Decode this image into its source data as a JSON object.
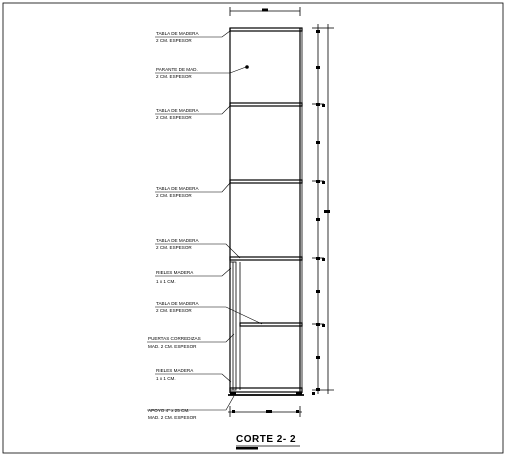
{
  "drawing": {
    "title": "CORTE 2- 2",
    "labels": [
      {
        "id": "tabla-1",
        "line1": "TABLA DE MADERA",
        "line2": "2 CM. ESPESOR"
      },
      {
        "id": "parante",
        "line1": "PARANTE DE MAD.",
        "line2": "2 CM. ESPESOR"
      },
      {
        "id": "tabla-2",
        "line1": "TABLA DE MADERA",
        "line2": "2 CM. ESPESOR"
      },
      {
        "id": "tabla-3",
        "line1": "TABLA DE MADERA",
        "line2": "2 CM. ESPESOR"
      },
      {
        "id": "tabla-4",
        "line1": "TABLA DE MADERA",
        "line2": "2 CM. ESPESOR"
      },
      {
        "id": "rieles-1",
        "line1": "RIELES MADERA",
        "line2": "1 x 1 CM."
      },
      {
        "id": "tabla-5",
        "line1": "TABLA DE MADERA",
        "line2": "2 CM. ESPESOR"
      },
      {
        "id": "puertas",
        "line1": "PUERTAS CORREDIZAS",
        "line2": "MAD. 2 CM. ESPESOR"
      },
      {
        "id": "rieles-2",
        "line1": "RIELES MADERA",
        "line2": "1 x 1 CM."
      },
      {
        "id": "apoyo",
        "line1": "APOYO 4\" x 25 CM.",
        "line2": "MAD. 2 CM. ESPESOR"
      }
    ]
  }
}
